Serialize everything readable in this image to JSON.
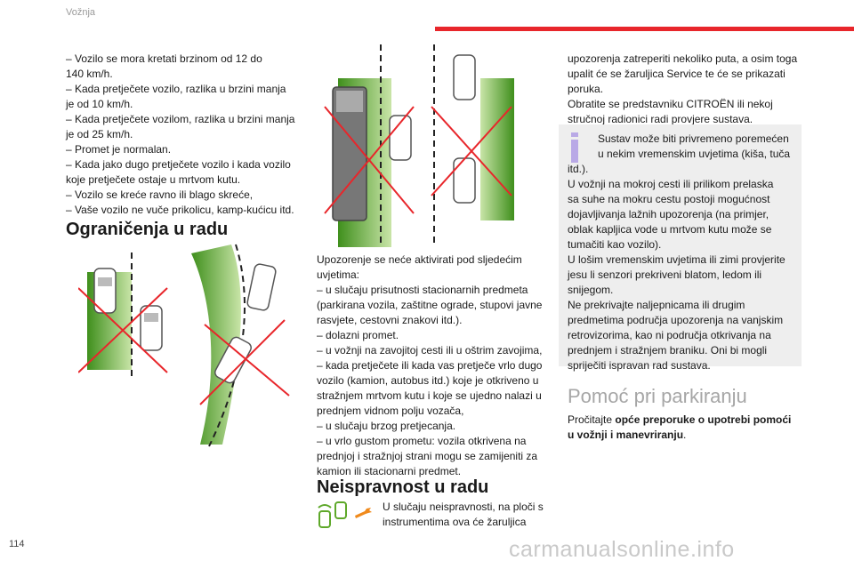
{
  "header": {
    "section": "Vožnja"
  },
  "page_number": "114",
  "watermark": "carmanualsonline.info",
  "colors": {
    "accent_red": "#e8262b",
    "zone_green": "#5ea82a",
    "watermark_gray": "#c9c9c9"
  },
  "left_column": {
    "conditions": [
      "– Vozilo se mora kretati brzinom od 12 do",
      "140 km/h.",
      "– Kada pretječete vozilo, razlika u brzini manja",
      "je od 10 km/h.",
      "– Kada pretječete vozilom, razlika u brzini manja",
      "je od 25 km/h.",
      "– Promet je normalan.",
      "– Kada jako dugo pretječete vozilo i kada vozilo",
      "koje pretječete ostaje u mrtvom kutu.",
      "– Vozilo se kreće ravno ili blago skreće,",
      "– Vaše vozilo ne vuče prikolicu, kamp-kućicu itd."
    ],
    "limits_heading": "Ograničenja u radu"
  },
  "middle_column": {
    "limits_text": [
      "Upozorenje se neće aktivirati pod sljedećim",
      "uvjetima:",
      "– u slučaju prisutnosti stacionarnih predmeta",
      "(parkirana vozila, zaštitne ograde, stupovi javne",
      "rasvjete, cestovni znakovi itd.).",
      "– dolazni promet.",
      "– u vožnji na zavojitoj cesti ili u oštrim zavojima,",
      "– kada pretječete ili kada vas pretječe vrlo dugo",
      "vozilo (kamion, autobus itd.) koje je otkriveno u",
      "stražnjem mrtvom kutu i koje se ujedno nalazi u",
      "prednjem vidnom polju vozača,",
      "– u slučaju brzog pretjecanja.",
      "– u vrlo gustom prometu: vozila otkrivena na",
      "prednjoj i stražnjoj strani mogu se zamijeniti za",
      "kamion ili stacionarni predmet."
    ],
    "malfunction_heading": "Neispravnost u radu",
    "malfunction_text": [
      "U slučaju neispravnosti, na ploči s",
      "instrumentima ova će žaruljica"
    ]
  },
  "right_column": {
    "continued_text": [
      "upozorenja zatreperiti nekoliko puta, a osim toga",
      "upalit će se žaruljica Service te će se prikazati",
      "poruka.",
      "Obratite se predstavniku CITROËN ili nekoj",
      "stručnoj radionici radi provjere sustava."
    ],
    "info_box": {
      "icon": "info-icon",
      "first_lines": [
        "Sustav može biti privremeno poremećen",
        "u nekim vremenskim uvjetima (kiša, tuča"
      ],
      "lines": [
        "itd.).",
        "U vožnji na mokroj cesti ili prilikom prelaska",
        "sa suhe na mokru cestu postoji mogućnost",
        "dojavljivanja lažnih upozorenja (na primjer,",
        "oblak kapljica vode u mrtvom kutu može se",
        "tumačiti kao vozilo).",
        "U lošim vremenskim uvjetima ili zimi provjerite",
        "jesu li senzori prekriveni blatom, ledom ili",
        "snijegom.",
        "Ne prekrivajte naljepnicama ili drugim",
        "predmetima područja upozorenja na vanjskim",
        "retrovizorima, kao ni područja otkrivanja na",
        "prednjem i stražnjem braniku. Oni bi mogli",
        "spriječiti ispravan rad sustava."
      ]
    },
    "parking_heading": "Pomoć pri parkiranju",
    "parking_intro": "Pročitajte",
    "parking_bold_1": "opće preporuke o upotrebi pomoći",
    "parking_bold_2": "u vožnji i manevriranju",
    "parking_end": "."
  }
}
